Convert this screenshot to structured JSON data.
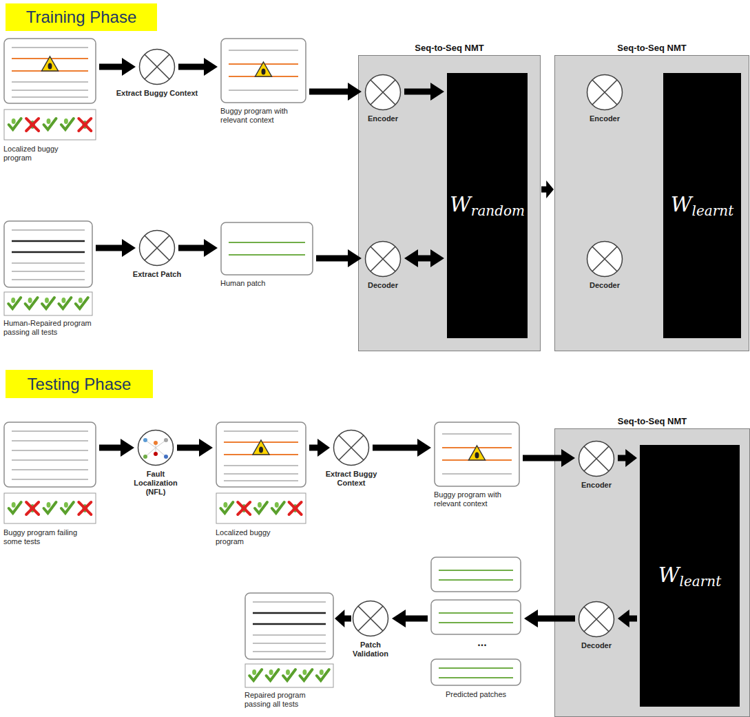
{
  "diagram": {
    "nodes": [
      {
        "text": [
          "Training Phase"
        ]
      },
      {
        "text": [
          "Localized buggy program"
        ]
      },
      {
        "text": [
          "Extract Buggy Context"
        ]
      },
      {
        "text": [
          "Buggy program with relevant context"
        ]
      },
      {
        "text": [
          "Seq-to-Seq NMT"
        ]
      },
      {
        "text": [
          "Encoder"
        ],
        "in": 4
      },
      {
        "text": [
          "Decoder"
        ],
        "in": 4
      },
      {
        "text": [
          "W",
          "random"
        ],
        "in": 4
      },
      {
        "text": [
          "Seq-to-Seq NMT"
        ]
      },
      {
        "text": [
          "Encoder"
        ],
        "in": 8
      },
      {
        "text": [
          "Decoder"
        ],
        "in": 8
      },
      {
        "text": [
          "W",
          "learnt"
        ],
        "in": 8
      },
      {
        "text": [
          "Human-Repaired program passing all tests"
        ]
      },
      {
        "text": [
          "Extract Patch"
        ]
      },
      {
        "text": [
          "Human patch"
        ]
      },
      {
        "text": [
          "Testing Phase"
        ]
      },
      {
        "text": [
          "Buggy program failing some tests"
        ]
      },
      {
        "text": [
          "Fault Localization (NFL)"
        ]
      },
      {
        "text": [
          "Localized buggy program"
        ]
      },
      {
        "text": [
          "Extract Buggy Context"
        ]
      },
      {
        "text": [
          "Buggy program with relevant context"
        ]
      },
      {
        "text": [
          "Seq-to-Seq NMT"
        ]
      },
      {
        "text": [
          "Encoder"
        ],
        "in": 21
      },
      {
        "text": [
          "Decoder"
        ],
        "in": 21
      },
      {
        "text": [
          "W",
          "learnt"
        ],
        "in": 21
      },
      {
        "text": [
          "Predicted patches"
        ]
      },
      {
        "text": [
          "Patch Validation"
        ]
      },
      {
        "text": [
          "Repaired program passing all tests"
        ]
      }
    ],
    "edges": [
      {
        "from": 1,
        "to": 2,
        "arrow": "to"
      },
      {
        "from": 2,
        "to": 3,
        "arrow": "to"
      },
      {
        "from": 3,
        "to": 5,
        "arrow": "to"
      },
      {
        "from": 5,
        "to": 7,
        "arrow": "to"
      },
      {
        "from": 6,
        "to": 7,
        "arrow": "both"
      },
      {
        "from": 4,
        "to": 8,
        "arrow": "to"
      },
      {
        "from": 12,
        "to": 13,
        "arrow": "to"
      },
      {
        "from": 13,
        "to": 14,
        "arrow": "to"
      },
      {
        "from": 14,
        "to": 6,
        "arrow": "to"
      },
      {
        "from": 16,
        "to": 17,
        "arrow": "to"
      },
      {
        "from": 17,
        "to": 18,
        "arrow": "to"
      },
      {
        "from": 18,
        "to": 19,
        "arrow": "to"
      },
      {
        "from": 19,
        "to": 20,
        "arrow": "to"
      },
      {
        "from": 20,
        "to": 22,
        "arrow": "to"
      },
      {
        "from": 22,
        "to": 24,
        "arrow": "to"
      },
      {
        "from": 24,
        "to": 23,
        "arrow": "to"
      },
      {
        "from": 23,
        "to": 25,
        "arrow": "to"
      },
      {
        "from": 25,
        "to": 26,
        "arrow": "to"
      },
      {
        "from": 26,
        "to": 27,
        "arrow": "to"
      }
    ],
    "labels": [
      "..."
    ]
  }
}
